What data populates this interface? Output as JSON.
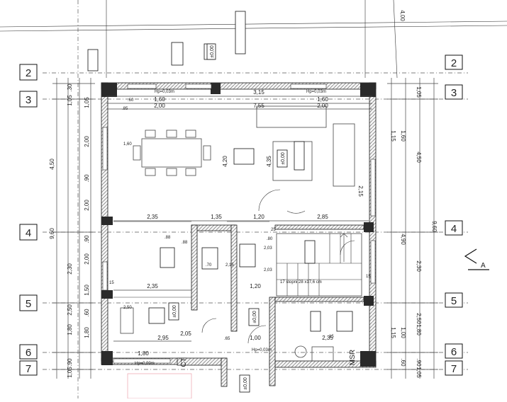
{
  "axes_left": [
    "2",
    "3",
    "4",
    "5",
    "6",
    "7"
  ],
  "axes_right": [
    "2",
    "3",
    "4",
    "5",
    "6",
    "7"
  ],
  "dims_left_outer": [
    ".30",
    "1,05",
    "4,50",
    "9,60",
    "2,30",
    "2,50",
    "1,80",
    ".90",
    "1,05"
  ],
  "dims_left_inner": [
    "1,05",
    "2,00",
    ".90",
    "2,00",
    ".90",
    "2,00",
    "1,50",
    ".60",
    "1,80"
  ],
  "dims_right_outer": [
    "4,00",
    "1,05",
    "4,50",
    "9,60",
    "4,90",
    "2,30",
    "2,50",
    "1,80",
    ".90",
    "1,05"
  ],
  "dims_right_inner": [
    "1,60",
    "1,15",
    "2,15",
    "1,00",
    "1,15",
    ".60"
  ],
  "top_dims": [
    "3,15",
    "1,60",
    "2,00",
    "7,55",
    "1,60",
    "2,00"
  ],
  "mid_dims": [
    "2,35",
    "1,35",
    "1,20",
    "2,85",
    "2,35",
    "1,20",
    "2,95",
    "2,05",
    "1,80",
    "1,00",
    "2,35",
    "4,20",
    "4,35"
  ],
  "hp_labels": [
    "Hp=0,03m",
    "Hp=0,03m",
    "Hp=0,03m",
    "Hp=0,90m"
  ],
  "room_levels": [
    "±0,00",
    "±0,00",
    "±0,00",
    "±0,00",
    "±0,00"
  ],
  "stair_label": "17 stopni 28 x17,6 cm",
  "codes": [
    "CT",
    "MSR"
  ],
  "north_label": "A",
  "small_marks": [
    "15",
    "15",
    "15",
    "25",
    ".60",
    ".88",
    ".70",
    "2,15",
    "2,03",
    "2,03",
    ".80",
    ".88",
    "2,50",
    ".65",
    ".85",
    "1,60"
  ],
  "accent": "#d7263d"
}
